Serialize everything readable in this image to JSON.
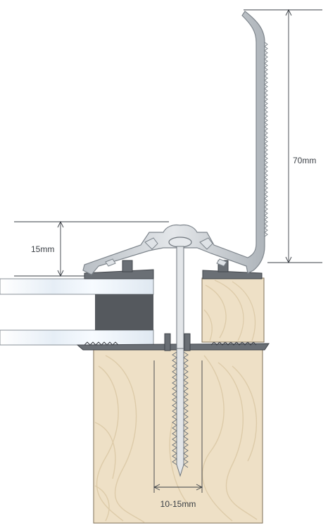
{
  "diagram": {
    "dimensions": {
      "upstand_height": "70mm",
      "cap_height": "15mm",
      "fixing_offset": "10-15mm"
    },
    "colors": {
      "aluminium": "#c9ced3",
      "aluminium_edge": "#7e858c",
      "timber": "#eee0c6",
      "timber_grain": "#ddcba9",
      "gasket": "#5f646a",
      "glass": "#eaf2f8",
      "spacer": "#55595e",
      "dim_line": "#3a3f45"
    }
  }
}
